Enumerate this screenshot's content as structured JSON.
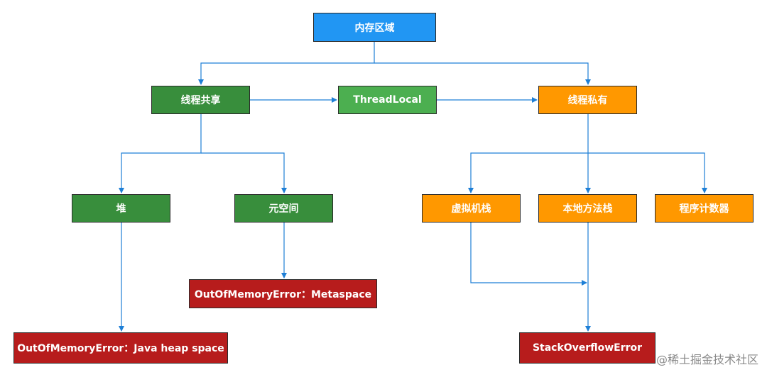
{
  "nodes": {
    "root": "内存区域",
    "thread_shared": "线程共享",
    "thread_local": "ThreadLocal",
    "thread_private": "线程私有",
    "heap": "堆",
    "metaspace": "元空间",
    "vm_stack": "虚拟机栈",
    "native_method_stack": "本地方法栈",
    "program_counter": "程序计数器",
    "oom_metaspace": "OutOfMemoryError：Metaspace",
    "oom_heap": "OutOfMemoryError：Java heap space",
    "stack_overflow": "StackOverflowError"
  },
  "watermark": "@稀土掘金技术社区",
  "colors": {
    "root": "#2196f3",
    "shared": "#388e3c",
    "thread_local": "#4caf50",
    "private": "#ff9800",
    "error": "#b71c1c",
    "edge": "#1e7fd6"
  }
}
